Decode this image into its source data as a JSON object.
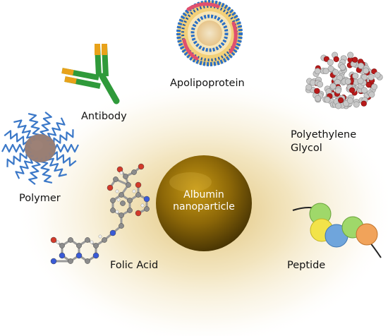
{
  "labels": {
    "apolipoprotein": "Apolipoprotein",
    "antibody": "Antibody",
    "polyethylene_line1": "Polyethylene",
    "polyethylene_line2": "Glycol",
    "polymer": "Polymer",
    "folic_acid": "Folic Acid",
    "peptide": "Peptide",
    "center_line1": "Albumin",
    "center_line2": "nanoparticle"
  },
  "colors": {
    "glow": "#d9b45a",
    "sphere_core": "#a87e08",
    "sphere_edge": "#4a3604",
    "antibody_green": "#2f9a3a",
    "antibody_orange": "#e8a21a",
    "polymer_blue": "#3b78c8",
    "polymer_core": "#9a7f74",
    "peg_red": "#b81a1a",
    "peg_grey": "#c8c8c8",
    "peptide_beads": [
      "#9fd86a",
      "#f2e34a",
      "#6fa5dc",
      "#9fd86a",
      "#f1a35a"
    ]
  },
  "icons": [
    "antibody-icon",
    "apolipoprotein-icon",
    "peg-molecule-icon",
    "polymer-icon",
    "folic-acid-molecule-icon",
    "peptide-chain-icon"
  ]
}
